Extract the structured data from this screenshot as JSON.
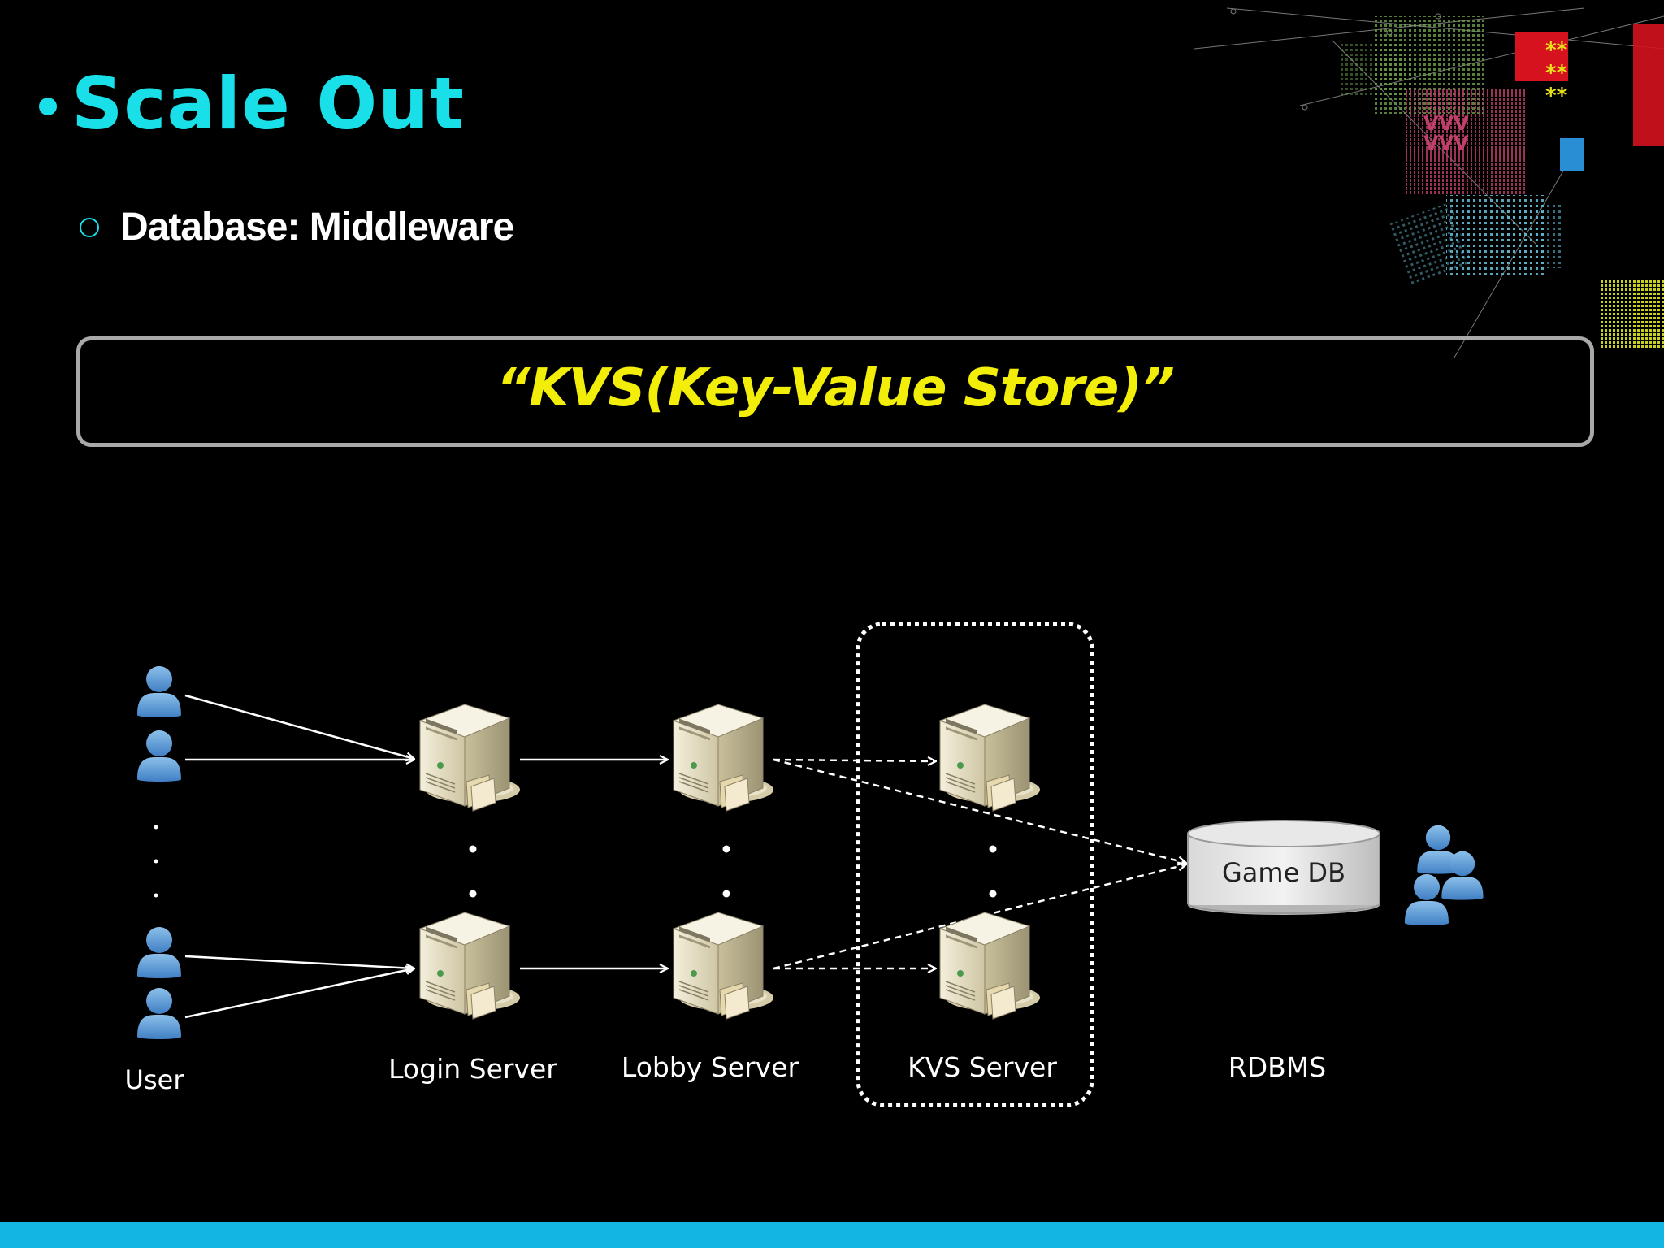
{
  "slide": {
    "title": "Scale Out",
    "subtitle": "Database: Middleware",
    "highlight": "“KVS(Key-Value Store)”"
  },
  "diagram": {
    "columns": {
      "user": "User",
      "login": "Login Server",
      "lobby": "Lobby Server",
      "kvs": "KVS Server",
      "rdbms": "RDBMS"
    },
    "database_label": "Game DB"
  },
  "colors": {
    "title": "#19e0e8",
    "highlight": "#f2ee0a",
    "bottom_bar": "#12b6e3",
    "user_icon": "#5b9bd5"
  },
  "icons": {
    "user": "user-icon",
    "server": "server-icon",
    "database": "database-icon",
    "user_group": "user-group-icon"
  }
}
